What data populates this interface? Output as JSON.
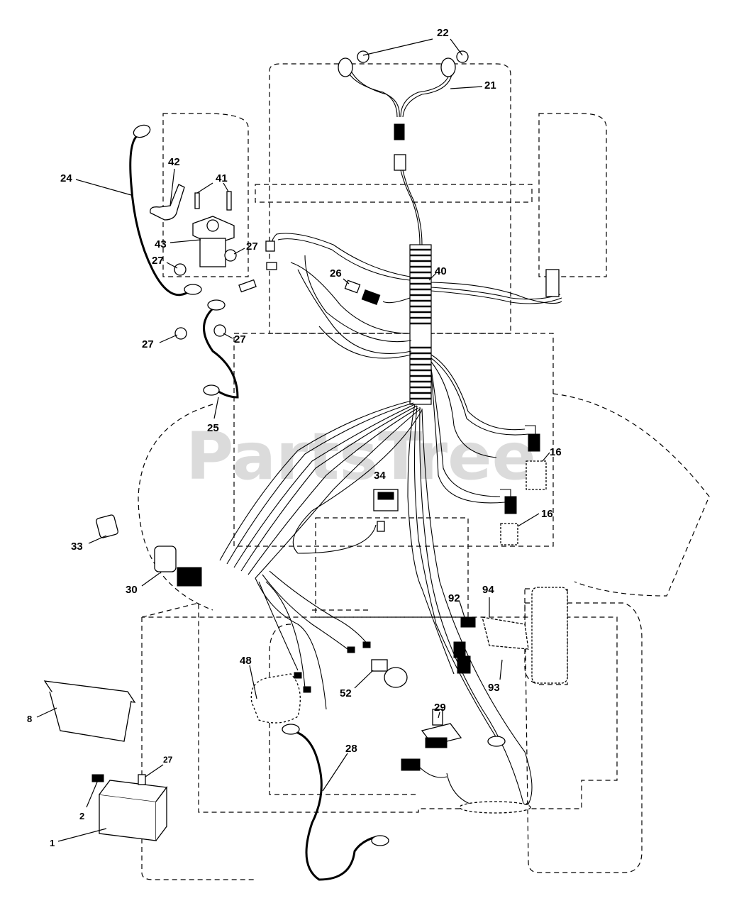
{
  "watermark": "PartsTree",
  "callouts": [
    {
      "id": "22",
      "label": "22"
    },
    {
      "id": "21",
      "label": "21"
    },
    {
      "id": "24",
      "label": "24"
    },
    {
      "id": "42",
      "label": "42"
    },
    {
      "id": "41",
      "label": "41"
    },
    {
      "id": "43",
      "label": "43"
    },
    {
      "id": "27a",
      "label": "27"
    },
    {
      "id": "27b",
      "label": "27"
    },
    {
      "id": "27c",
      "label": "27"
    },
    {
      "id": "27d",
      "label": "27"
    },
    {
      "id": "27e",
      "label": "27"
    },
    {
      "id": "26",
      "label": "26"
    },
    {
      "id": "40",
      "label": "40"
    },
    {
      "id": "25",
      "label": "25"
    },
    {
      "id": "16a",
      "label": "16"
    },
    {
      "id": "16b",
      "label": "16"
    },
    {
      "id": "34",
      "label": "34"
    },
    {
      "id": "33",
      "label": "33"
    },
    {
      "id": "30",
      "label": "30"
    },
    {
      "id": "92",
      "label": "92"
    },
    {
      "id": "94",
      "label": "94"
    },
    {
      "id": "93",
      "label": "93"
    },
    {
      "id": "48",
      "label": "48"
    },
    {
      "id": "52",
      "label": "52"
    },
    {
      "id": "8",
      "label": "8"
    },
    {
      "id": "29",
      "label": "29"
    },
    {
      "id": "28",
      "label": "28"
    },
    {
      "id": "2",
      "label": "2"
    },
    {
      "id": "1",
      "label": "1"
    }
  ]
}
